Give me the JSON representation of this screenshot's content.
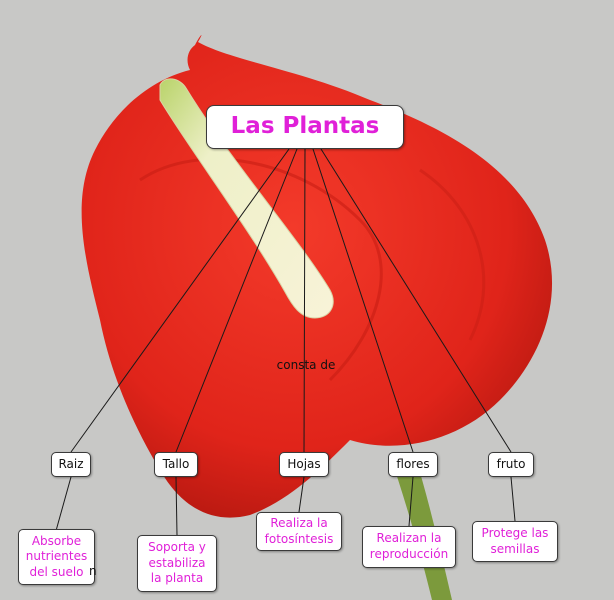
{
  "colors": {
    "accent": "#e020d8",
    "flower": "#e0241a",
    "spadix": "#f1eec6",
    "stem": "#7c9a3c",
    "background": "#c8c8c6"
  },
  "title": "Las Plantas",
  "link_label": "consta de",
  "categories": [
    {
      "name": "Raiz",
      "description": "Absorbe nutrientes del suelo"
    },
    {
      "name": "Tallo",
      "description": "Soporta y estabiliza la planta"
    },
    {
      "name": "Hojas",
      "description": "Realiza la fotosíntesis"
    },
    {
      "name": "flores",
      "description": "Realizan la reproducción"
    },
    {
      "name": "fruto",
      "description": "Protege las semillas"
    }
  ],
  "stray_text": "n"
}
